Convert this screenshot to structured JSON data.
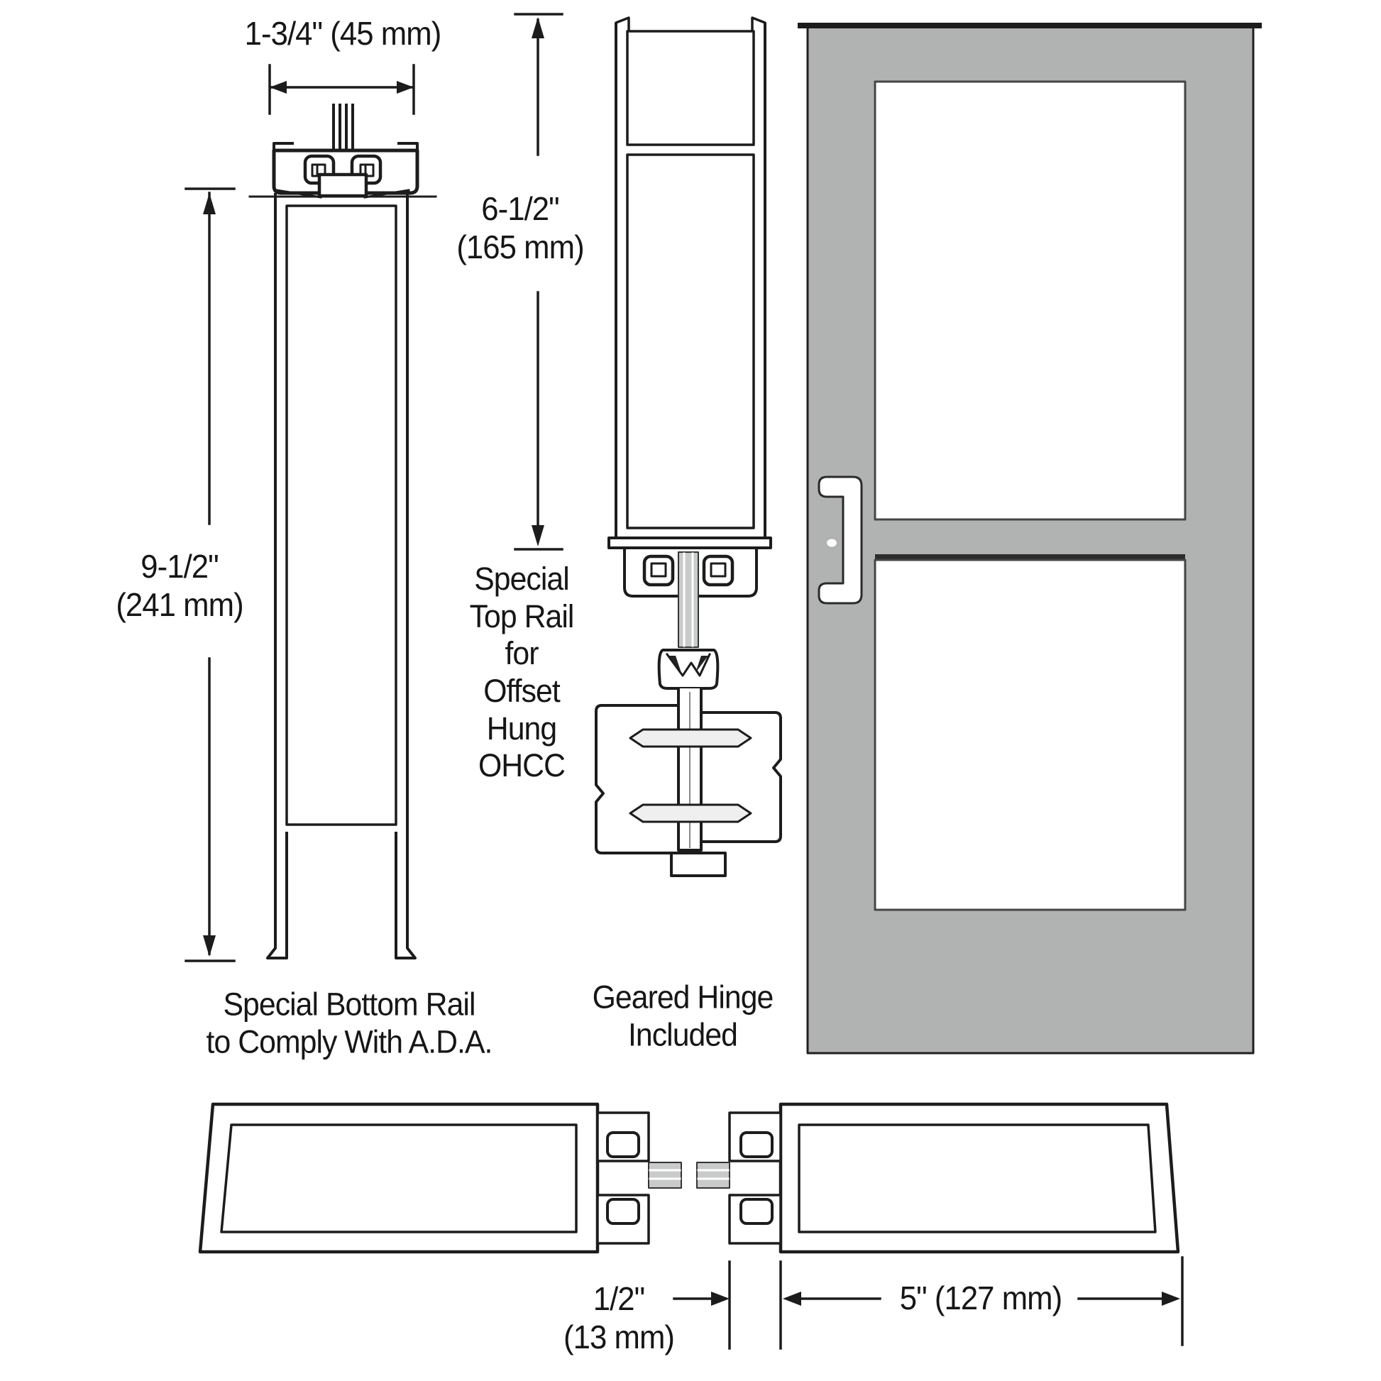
{
  "colors": {
    "door_gray": "#b1b3b2",
    "line": "#1c1c1c",
    "glass_gray": "#c9cbca",
    "text": "#161616"
  },
  "dimensions": {
    "rail_width": "1-3/4\" (45 mm)",
    "bottom_rail_height": "9-1/2\"\n(241 mm)",
    "top_rail_height": "6-1/2\"\n(165 mm)",
    "joint_gap": "1/2\"\n(13 mm)",
    "stile_width": "5\" (127 mm)"
  },
  "labels": {
    "bottom_rail": "Special Bottom Rail\nto Comply With A.D.A.",
    "top_rail": "Special\nTop Rail\nfor\nOffset\nHung\nOHCC",
    "geared_hinge": "Geared Hinge\nIncluded"
  }
}
